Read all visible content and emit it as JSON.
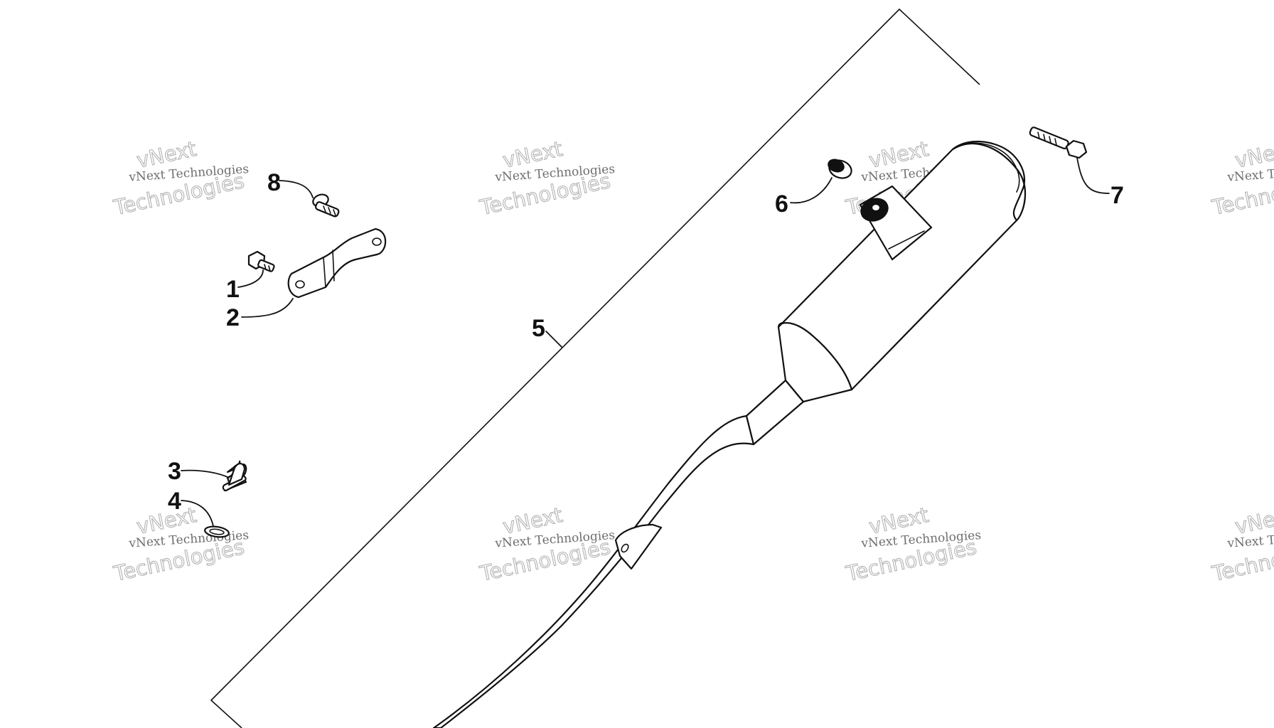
{
  "diagram": {
    "callouts": {
      "c1": "1",
      "c2": "2",
      "c3": "3",
      "c4": "4",
      "c5": "5",
      "c6": "6",
      "c7": "7",
      "c8": "8"
    },
    "watermark": {
      "brand": "vNext",
      "company": "vNext Technologies",
      "word": "Technologies"
    }
  }
}
